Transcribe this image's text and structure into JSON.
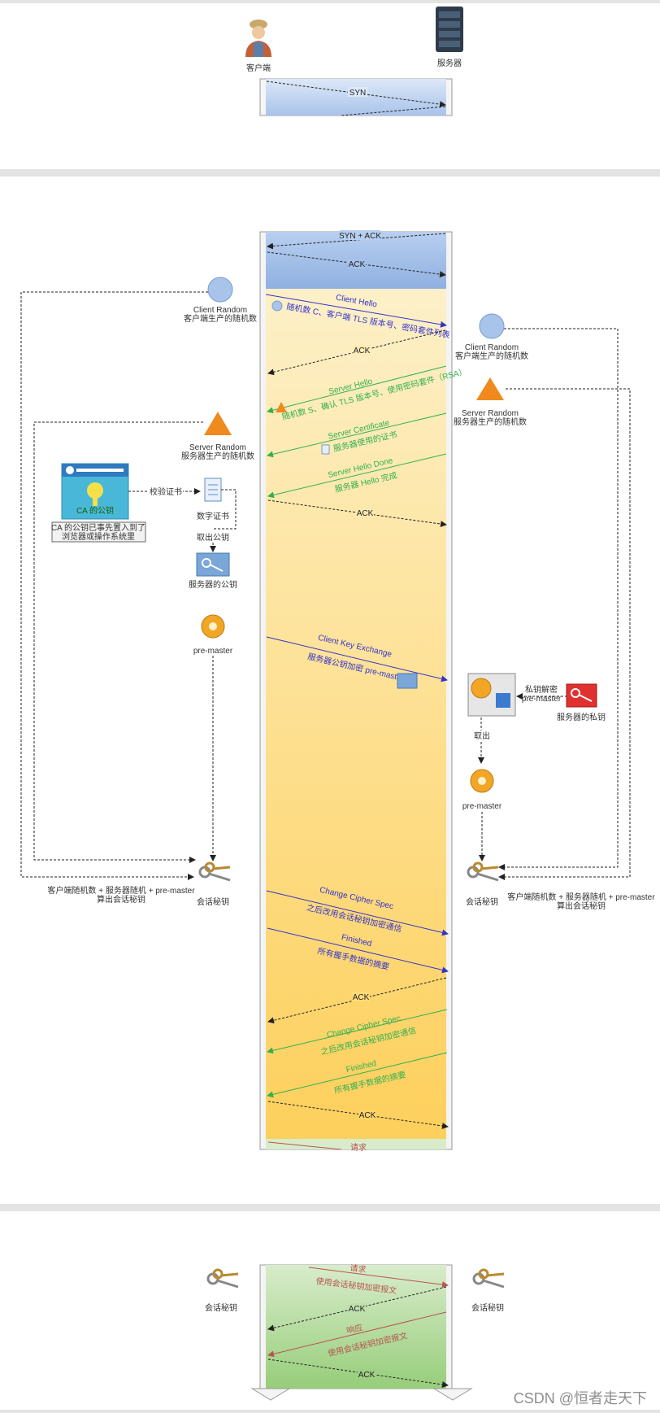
{
  "top": {
    "client_label": "客户端",
    "server_label": "服务器",
    "syn": "SYN"
  },
  "middle": {
    "syn_ack": "SYN + ACK",
    "ack1": "ACK",
    "client_random_left_title": "Client Random",
    "client_random_left_sub": "客户端生产的随机数",
    "client_hello_title": "Client Hello",
    "client_hello_body": "随机数 C、客户端 TLS 版本号、密码套件列表",
    "client_random_right_title": "Client Random",
    "client_random_right_sub": "客户端生产的随机数",
    "ack2": "ACK",
    "server_hello_title": "Server Hello",
    "server_hello_body": "随机数 S、确认 TLS 版本号、使用密码套件（RSA）",
    "server_random_right_title": "Server Random",
    "server_random_right_sub": "服务器生产的随机数",
    "server_random_left_title": "Server Random",
    "server_random_left_sub": "服务器生产的随机数",
    "server_cert_title": "Server Certificate",
    "server_cert_body": "服务器使用的证书",
    "server_hello_done_title": "Server Hello Done",
    "server_hello_done_body": "服务器 Hello 完成",
    "ca_public_key": "CA 的公钥",
    "verify_cert": "校验证书",
    "digital_cert": "数字证书",
    "ca_note_line1": "CA 的公钥已事先置入到了",
    "ca_note_line2": "浏览器或操作系统里",
    "ack3": "ACK",
    "take_public_key": "取出公钥",
    "server_public_key": "服务器的公钥",
    "pre_master_left": "pre-master",
    "client_key_exchange_title": "Client Key Exchange",
    "client_key_exchange_body": "服务器公钥加密 pre-master",
    "private_decrypt_line1": "私钥解密",
    "private_decrypt_line2": "pre-master",
    "server_private_key": "服务器的私钥",
    "take_out": "取出",
    "pre_master_right": "pre-master",
    "session_key_left": "会话秘钥",
    "session_key_right": "会话秘钥",
    "calc_left_line1": "客户端随机数 + 服务器随机 +  pre-master",
    "calc_left_line2": "算出会话秘钥",
    "calc_right_line1": "客户端随机数 + 服务器随机 +  pre-master",
    "calc_right_line2": "算出会话秘钥",
    "ccs_client_title": "Change Cipher Spec",
    "ccs_client_body": "之后改用会话秘钥加密通信",
    "finished_client_title": "Finished",
    "finished_client_body": "所有握手数据的摘要",
    "ack4": "ACK",
    "ccs_server_title": "Change Cipher Spec",
    "ccs_server_body": "之后改用会话秘钥加密通信",
    "finished_server_title": "Finished",
    "finished_server_body": "所有握手数据的摘要",
    "ack5": "ACK",
    "request_cut": "请求"
  },
  "bottom": {
    "request": "请求",
    "request_body": "使用会话秘钥加密报文",
    "ack6": "ACK",
    "response": "响应",
    "response_body": "使用会话秘钥加密报文",
    "ack7": "ACK",
    "session_key_left": "会话秘钥",
    "session_key_right": "会话秘钥"
  },
  "watermark": "CSDN @恒者走天下",
  "colors": {
    "blue_arrow": "#3333cc",
    "green_arrow": "#33b050",
    "red_arrow": "#b85450",
    "lifeline_bg_tcp": "#a9c4eb",
    "lifeline_bg_tls": "#fdd86a",
    "lifeline_bg_data": "#a8d590"
  }
}
